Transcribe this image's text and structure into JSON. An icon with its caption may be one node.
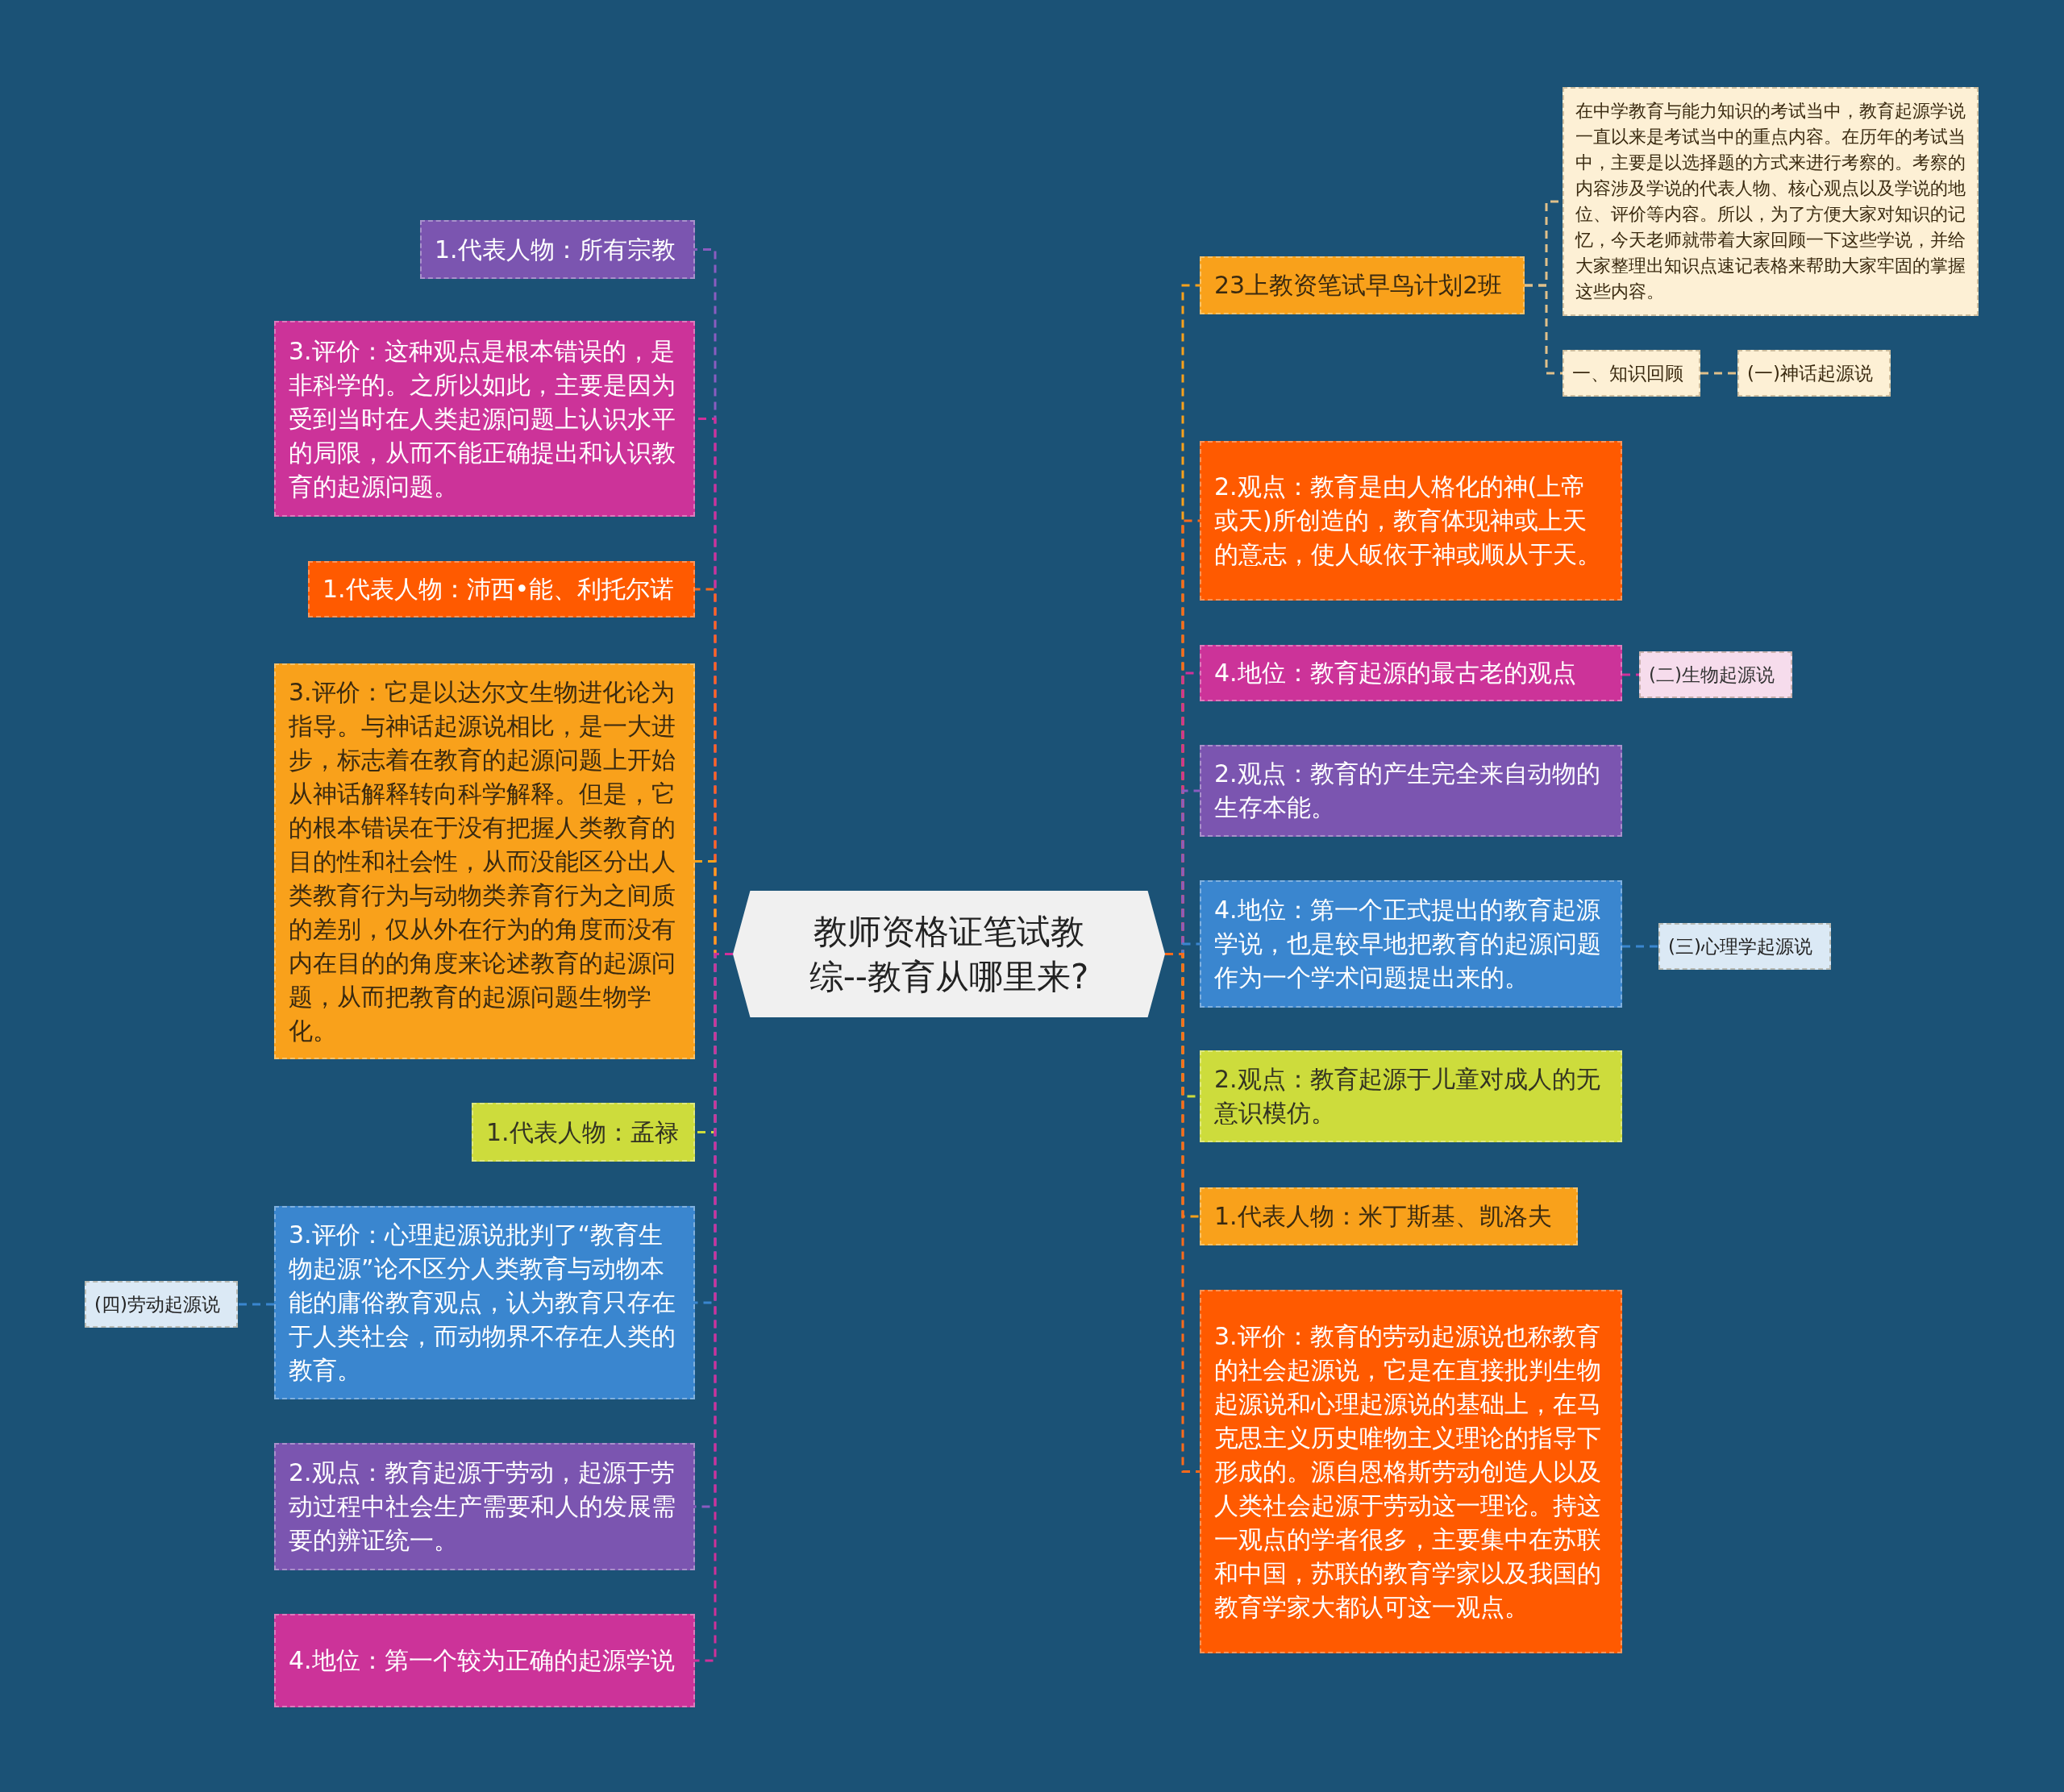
{
  "diagram": {
    "nodes": [
      {
        "text": [
          "教师资格证笔试教综--教育从哪里来?"
        ]
      },
      {
        "text": [
          "23上教资笔试早鸟计划2班"
        ]
      },
      {
        "text": [
          "在中学教育与能力知识的考试当中，教育起源学说一直以来是考试当中的重点内容。在历年的考试当中，主要是以选择题的方式来进行考察的。考察的内容涉及学说的代表人物、核心观点以及学说的地位、评价等内容。所以，为了方便大家对知识的记忆，今天老师就带着大家回顾一下这些学说，并给大家整理出知识点速记表格来帮助大家牢固的掌握这些内容。"
        ]
      },
      {
        "text": [
          "一、知识回顾"
        ]
      },
      {
        "text": [
          "(一)神话起源说"
        ]
      },
      {
        "text": [
          "2.观点：教育是由人格化的神(上帝或天)所创造的，教育体现神或上天的意志，使人皈依于神或顺从于天。"
        ]
      },
      {
        "text": [
          "4.地位：教育起源的最古老的观点"
        ]
      },
      {
        "text": [
          "(二)生物起源说"
        ]
      },
      {
        "text": [
          "2.观点：教育的产生完全来自动物的生存本能。"
        ]
      },
      {
        "text": [
          "4.地位：第一个正式提出的教育起源学说，也是较早地把教育的起源问题作为一个学术问题提出来的。"
        ]
      },
      {
        "text": [
          "(三)心理学起源说"
        ]
      },
      {
        "text": [
          "2.观点：教育起源于儿童对成人的无意识模仿。"
        ]
      },
      {
        "text": [
          "1.代表人物：米丁斯基、凯洛夫"
        ]
      },
      {
        "text": [
          "3.评价：教育的劳动起源说也称教育的社会起源说，它是在直接批判生物起源说和心理起源说的基础上，在马克思主义历史唯物主义理论的指导下形成的。源自恩格斯劳动创造人以及人类社会起源于劳动这一理论。持这一观点的学者很多，主要集中在苏联和中国，苏联的教育学家以及我国的教育学家大都认可这一观点。"
        ]
      },
      {
        "text": [
          "1.代表人物：所有宗教"
        ]
      },
      {
        "text": [
          "3.评价：这种观点是根本错误的，是非科学的。之所以如此，主要是因为受到当时在人类起源问题上认识水平的局限，从而不能正确提出和认识教育的起源问题。"
        ]
      },
      {
        "text": [
          "1.代表人物：沛西•能、利托尔诺"
        ]
      },
      {
        "text": [
          "3.评价：它是以达尔文生物进化论为指导。与神话起源说相比，是一大进步，标志着在教育的起源问题上开始从神话解释转向科学解释。但是，它的根本错误在于没有把握人类教育的目的性和社会性，从而没能区分出人类教育行为与动物类养育行为之间质的差别，仅从外在行为的角度而没有内在目的的角度来论述教育的起源问题，从而把教育的起源问题生物学化。"
        ]
      },
      {
        "text": [
          "1.代表人物：孟禄"
        ]
      },
      {
        "text": [
          "3.评价：心理起源说批判了“教育生物起源”论不区分人类教育与动物本能的庸俗教育观点，认为教育只存在于人类社会，而动物界不存在人类的教育。"
        ]
      },
      {
        "text": [
          "(四)劳动起源说"
        ]
      },
      {
        "text": [
          "2.观点：教育起源于劳动，起源于劳动过程中社会生产需要和人的发展需要的辨证统一。"
        ]
      },
      {
        "text": [
          "4.地位：第一个较为正确的起源学说"
        ]
      }
    ],
    "edges": [
      {
        "from": 0,
        "to": 1,
        "arrow": "none",
        "style": "dashed",
        "color": "#f9a11b"
      },
      {
        "from": 1,
        "to": 2,
        "arrow": "none",
        "style": "dashed",
        "color": "#e0c08a"
      },
      {
        "from": 1,
        "to": 3,
        "arrow": "none",
        "style": "dashed",
        "color": "#e0c08a"
      },
      {
        "from": 3,
        "to": 4,
        "arrow": "none",
        "style": "dashed",
        "color": "#e0c08a"
      },
      {
        "from": 0,
        "to": 5,
        "arrow": "none",
        "style": "dashed",
        "color": "#ff6a1a"
      },
      {
        "from": 0,
        "to": 6,
        "arrow": "none",
        "style": "dashed",
        "color": "#d0309a"
      },
      {
        "from": 6,
        "to": 7,
        "arrow": "none",
        "style": "dashed",
        "color": "#d0309a"
      },
      {
        "from": 0,
        "to": 8,
        "arrow": "none",
        "style": "dashed",
        "color": "#8a5cc0"
      },
      {
        "from": 0,
        "to": 9,
        "arrow": "none",
        "style": "dashed",
        "color": "#3a86cf"
      },
      {
        "from": 9,
        "to": 10,
        "arrow": "none",
        "style": "dashed",
        "color": "#3a86cf"
      },
      {
        "from": 0,
        "to": 11,
        "arrow": "none",
        "style": "dashed",
        "color": "#cddc3c"
      },
      {
        "from": 0,
        "to": 12,
        "arrow": "none",
        "style": "dashed",
        "color": "#f9a11b"
      },
      {
        "from": 0,
        "to": 13,
        "arrow": "none",
        "style": "dashed",
        "color": "#ff6a1a"
      },
      {
        "from": 0,
        "to": 14,
        "arrow": "none",
        "style": "dashed",
        "color": "#8a5cc0"
      },
      {
        "from": 0,
        "to": 15,
        "arrow": "none",
        "style": "dashed",
        "color": "#d0309a"
      },
      {
        "from": 0,
        "to": 16,
        "arrow": "none",
        "style": "dashed",
        "color": "#ff6a1a"
      },
      {
        "from": 0,
        "to": 17,
        "arrow": "none",
        "style": "dashed",
        "color": "#f9a11b"
      },
      {
        "from": 0,
        "to": 18,
        "arrow": "none",
        "style": "dashed",
        "color": "#cddc3c"
      },
      {
        "from": 0,
        "to": 19,
        "arrow": "none",
        "style": "dashed",
        "color": "#3a86cf"
      },
      {
        "from": 19,
        "to": 20,
        "arrow": "none",
        "style": "dashed",
        "color": "#3a86cf"
      },
      {
        "from": 0,
        "to": 21,
        "arrow": "none",
        "style": "dashed",
        "color": "#8a5cc0"
      },
      {
        "from": 0,
        "to": 22,
        "arrow": "none",
        "style": "dashed",
        "color": "#d0309a"
      }
    ]
  }
}
